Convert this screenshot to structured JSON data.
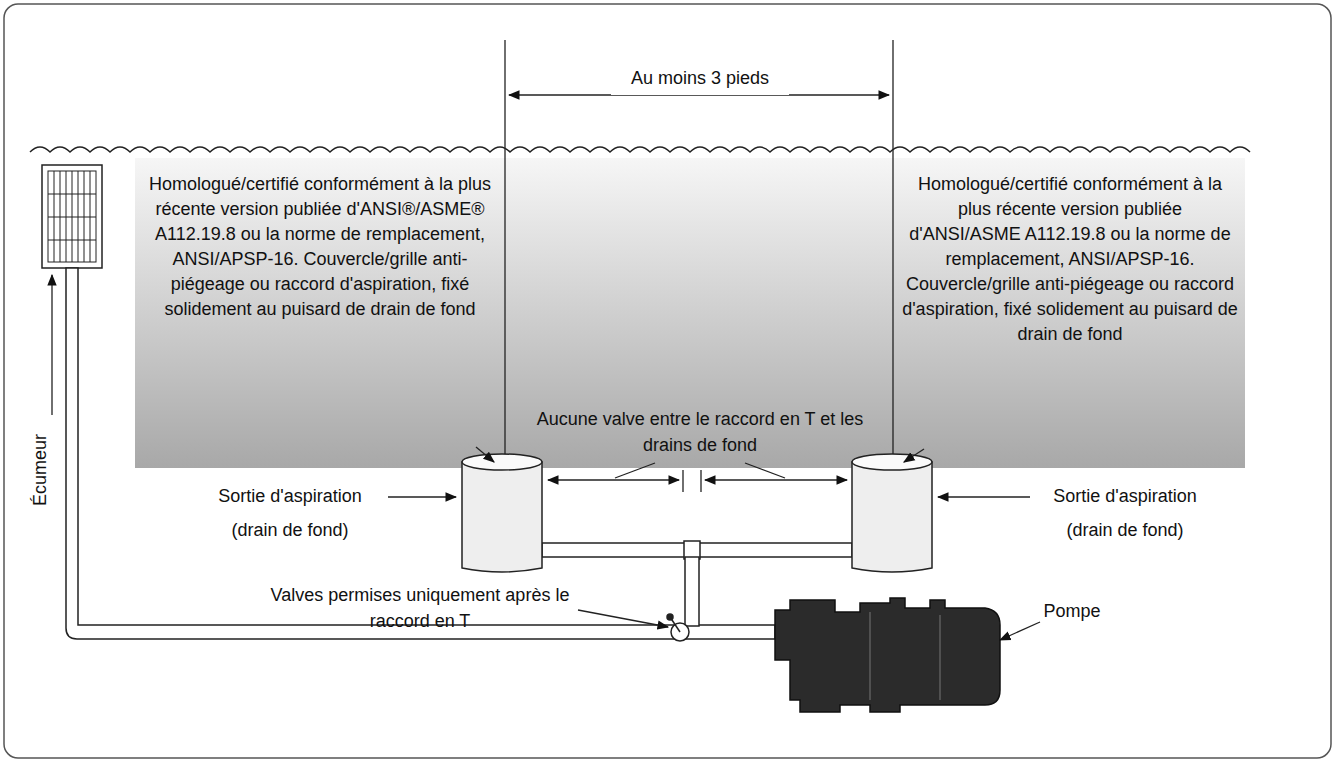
{
  "diagram": {
    "labels": [
      "Au moins 3 pieds",
      "Homologué/certifié conformément à la plus récente version publiée d'ANSI®/ASME® A112.19.8 ou la norme de remplacement, ANSI/APSP-16. Couvercle/grille anti-piégeage ou raccord d'aspiration, fixé solidement au puisard de drain de fond",
      "Aucune valve entre le raccord en T et les drains de fond",
      "Homologué/certifié conformément à la plus récente version publiée d'ANSI/ASME A112.19.8 ou la norme de remplacement, ANSI/APSP-16. Couvercle/grille anti-piégeage ou raccord d'aspiration, fixé solidement au puisard de drain de fond",
      "Écumeur",
      "Sortie d'aspiration (drain de fond)",
      "Sortie d'aspiration (drain de fond)",
      "Valves permises uniquement après le raccord en T",
      "Pompe"
    ]
  }
}
